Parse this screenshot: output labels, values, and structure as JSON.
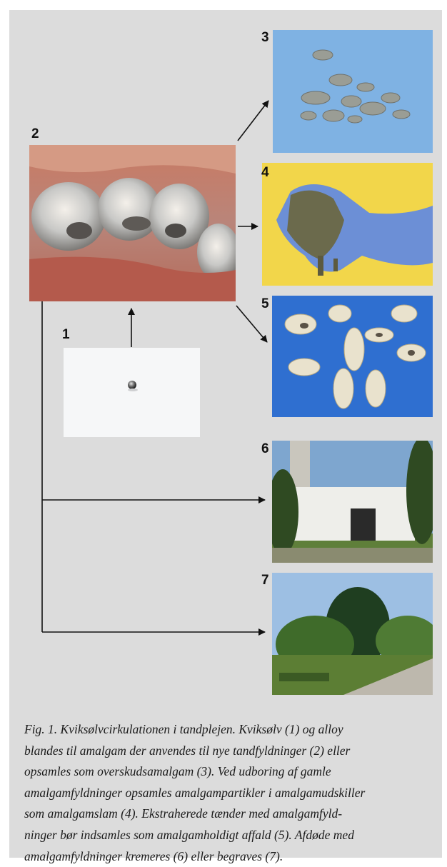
{
  "figure": {
    "labels": {
      "n1": "1",
      "n2": "2",
      "n3": "3",
      "n4": "4",
      "n5": "5",
      "n6": "6",
      "n7": "7"
    },
    "caption_lines": [
      "Fig. 1. Kviksølvcirkulationen i tandplejen. Kviksølv (1) og alloy",
      "blandes til amalgam der anvendes til nye tandfyldninger (2) eller",
      "opsamles som overskudsamalgam (3). Ved udboring af gamle",
      "amalgamfyldninger opsamles amalgampartikler i amalgamudskiller",
      "som amalgamslam (4). Ekstraherede tænder med amalgamfyld-",
      "ninger bør indsamles som amalgamholdigt affald (5). Afdøde med",
      "amalgamfyldninger kremeres (6) eller begraves (7)."
    ]
  }
}
